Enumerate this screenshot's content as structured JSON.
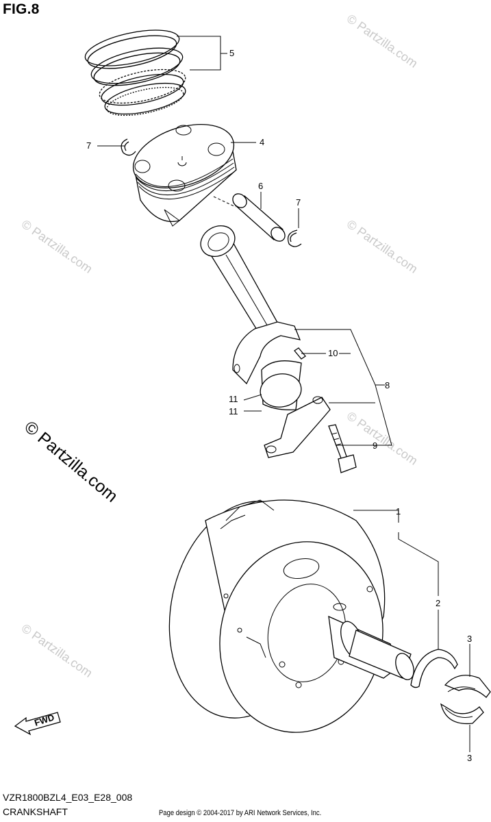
{
  "figure": {
    "title": "FIG.8",
    "model_code": "VZR1800BZL4_E03_E28_008",
    "caption": "CRANKSHAFT",
    "credit": "Page design © 2004-2017 by ARI Network Services, Inc."
  },
  "watermark": {
    "main": "© Partzilla.com",
    "faint": "© Partzilla.com"
  },
  "callouts": {
    "c1": "1",
    "c2": "2",
    "c3a": "3",
    "c3b": "3",
    "c4": "4",
    "c5": "5",
    "c6": "6",
    "c7a": "7",
    "c7b": "7",
    "c8": "8",
    "c9": "9",
    "c10": "10",
    "c11a": "11",
    "c11b": "11"
  },
  "fwd_label": "FWD",
  "icons": {
    "fwd_arrow": "fwd-arrow-icon"
  }
}
